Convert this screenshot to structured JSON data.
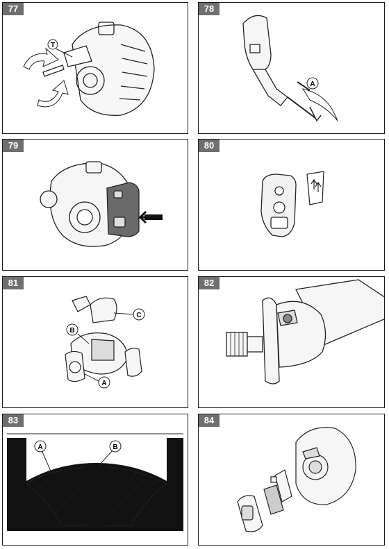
{
  "figures": [
    {
      "number": "77",
      "callouts": [
        "T"
      ]
    },
    {
      "number": "78",
      "callouts": [
        "A"
      ]
    },
    {
      "number": "79",
      "callouts": []
    },
    {
      "number": "80",
      "callouts": []
    },
    {
      "number": "81",
      "callouts": [
        "C",
        "B",
        "A"
      ]
    },
    {
      "number": "82",
      "callouts": []
    },
    {
      "number": "83",
      "callouts": [
        "A",
        "B"
      ]
    },
    {
      "number": "84",
      "callouts": []
    }
  ]
}
